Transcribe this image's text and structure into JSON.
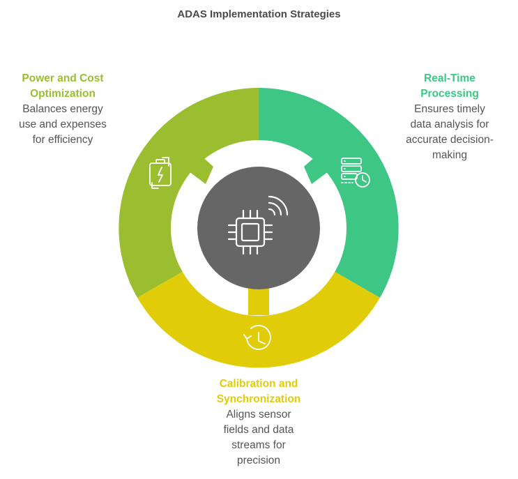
{
  "title": "ADAS Implementation Strategies",
  "colors": {
    "green": "#9ABE30",
    "teal": "#3DC684",
    "yellow": "#E1CC0A",
    "center": "#666666",
    "title": "#4A4A4A",
    "desc": "#555555"
  },
  "segments": [
    {
      "id": "power",
      "title": "Power and Cost\nOptimization",
      "description": "Balances energy\nuse and expenses\nfor efficiency",
      "icon": "battery-charging-icon",
      "color": "#9ABE30"
    },
    {
      "id": "realtime",
      "title": "Real-Time\nProcessing",
      "description": "Ensures timely\ndata analysis for\naccurate decision-\nmaking",
      "icon": "server-clock-icon",
      "color": "#3DC684"
    },
    {
      "id": "calibration",
      "title": "Calibration and\nSynchronization",
      "description": "Aligns sensor\nfields and data\nstreams for\nprecision",
      "icon": "clock-history-icon",
      "color": "#E1CC0A"
    }
  ],
  "center_icon": "wireless-chip-icon"
}
